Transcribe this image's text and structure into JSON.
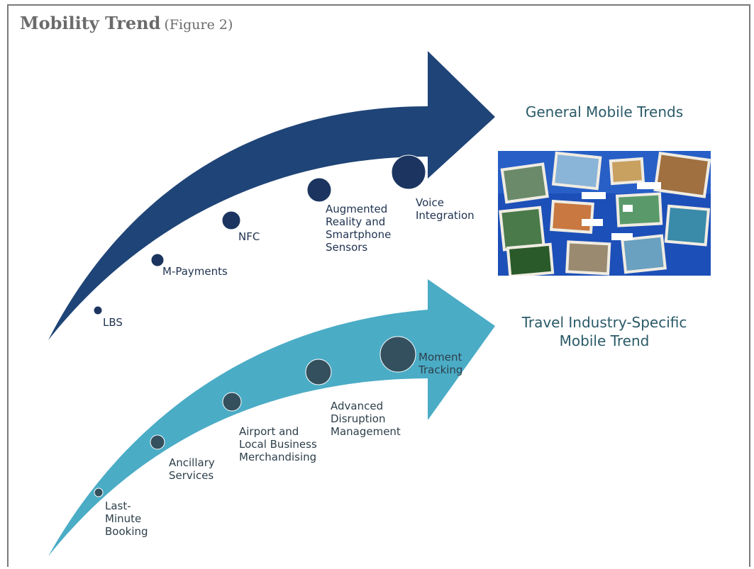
{
  "title": {
    "main": "Mobility Trend",
    "sub": "(Figure 2)"
  },
  "general": {
    "title": "General Mobile Trends",
    "color": "#1f4477",
    "dot_color": "#1c3560",
    "items": [
      {
        "label": "LBS"
      },
      {
        "label": "M-Payments"
      },
      {
        "label": "NFC"
      },
      {
        "label": "Augmented\nReality and\nSmartphone\nSensors"
      },
      {
        "label": "Voice\nIntegration"
      }
    ]
  },
  "travel": {
    "title": "Travel Industry-Specific\nMobile Trend",
    "color": "#4bacc6",
    "dot_color": "#34505e",
    "items": [
      {
        "label": "Last-\nMinute\nBooking"
      },
      {
        "label": "Ancillary\nServices"
      },
      {
        "label": "Airport and\nLocal Business\nMerchandising"
      },
      {
        "label": "Advanced\nDisruption\nManagement"
      },
      {
        "label": "Moment\nTracking"
      }
    ]
  },
  "image": {
    "icon": "travel-photo-collage"
  }
}
